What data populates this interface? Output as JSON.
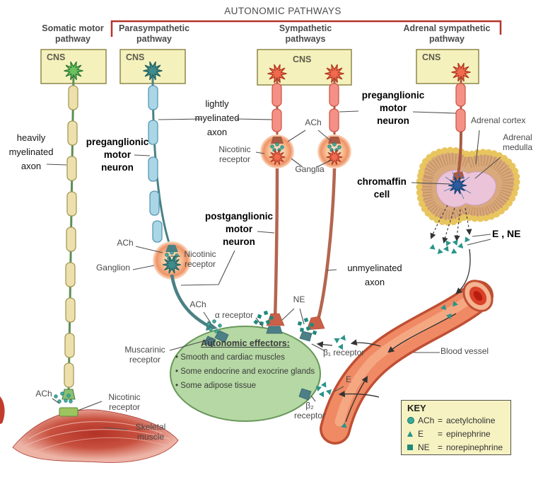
{
  "title": "AUTONOMIC PATHWAYS",
  "headers": {
    "somatic": "Somatic motor\npathway",
    "parasympathetic": "Parasympathetic\npathway",
    "sympathetic": "Sympathetic\npathways",
    "adrenal": "Adrenal sympathetic\npathway"
  },
  "cns": "CNS",
  "labels": {
    "heavily_myelinated_axon": "heavily\nmyelinated\naxon",
    "lightly_myelinated_axon": "lightly\nmyelinated\naxon",
    "unmyelinated_axon": "unmyelinated\naxon",
    "preganglionic_motor_neuron": "preganglionic\nmotor\nneuron",
    "postganglionic_motor_neuron": "postganglionic\nmotor\nneuron",
    "chromaffin_cell": "chromaffin\ncell",
    "ach": "ACh",
    "nicotinic_receptor": "Nicotinic\nreceptor",
    "muscarinic_receptor": "Muscarinic\nreceptor",
    "ganglia": "Ganglia",
    "ganglion": "Ganglion",
    "adrenal_cortex": "Adrenal cortex",
    "adrenal_medulla": "Adrenal\nmedulla",
    "e_ne": "E , NE",
    "ne": "NE",
    "e": "E",
    "alpha_receptor": "α receptor",
    "beta1_receptor": "β₁ receptor",
    "beta2_receptor": "β₂\nreceptor",
    "blood_vessel": "Blood vessel",
    "skeletal_muscle": "Skeletal\nmuscle"
  },
  "effectors": {
    "title": "Autonomic effectors:",
    "items": [
      "Smooth and cardiac muscles",
      "Some endocrine and exocrine glands",
      "Some adipose tissue"
    ]
  },
  "key": {
    "title": "KEY",
    "equals": "=",
    "entries": [
      {
        "abbr": "ACh",
        "meaning": "acetylcholine"
      },
      {
        "abbr": "E",
        "meaning": "epinephrine"
      },
      {
        "abbr": "NE",
        "meaning": "norepinephrine"
      }
    ]
  },
  "colors": {
    "bracket_red": "#b5342a",
    "cns_box_fill": "#f5f1bd",
    "effector_green": "#b5d8a4",
    "neurotransmitter_teal": "#2a948a",
    "sympathetic_salmon": "#ef8a64"
  }
}
